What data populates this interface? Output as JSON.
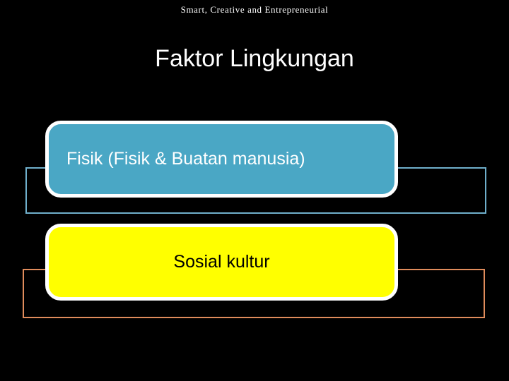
{
  "slide": {
    "background_color": "#000000",
    "running_header": "Smart,  Creative  and  Entrepreneurial",
    "title": "Faktor Lingkungan"
  },
  "shapes": {
    "outline_rectangles": [
      {
        "name": "blue-outline-rectangle",
        "border_color": "#6FAFCB",
        "fill": "none"
      },
      {
        "name": "orange-outline-rectangle",
        "border_color": "#E08C5C",
        "fill": "none"
      }
    ],
    "callouts": [
      {
        "name": "fisik-callout",
        "label": "Fisik (Fisik & Buatan manusia)",
        "fill_color": "#4AA7C5",
        "text_color": "#FFFFFF",
        "border_color": "#FFFFFF",
        "align": "left"
      },
      {
        "name": "sosial-kultur-callout",
        "label": "Sosial kultur",
        "fill_color": "#FFFF00",
        "text_color": "#000000",
        "border_color": "#FFFFFF",
        "align": "center"
      }
    ]
  }
}
